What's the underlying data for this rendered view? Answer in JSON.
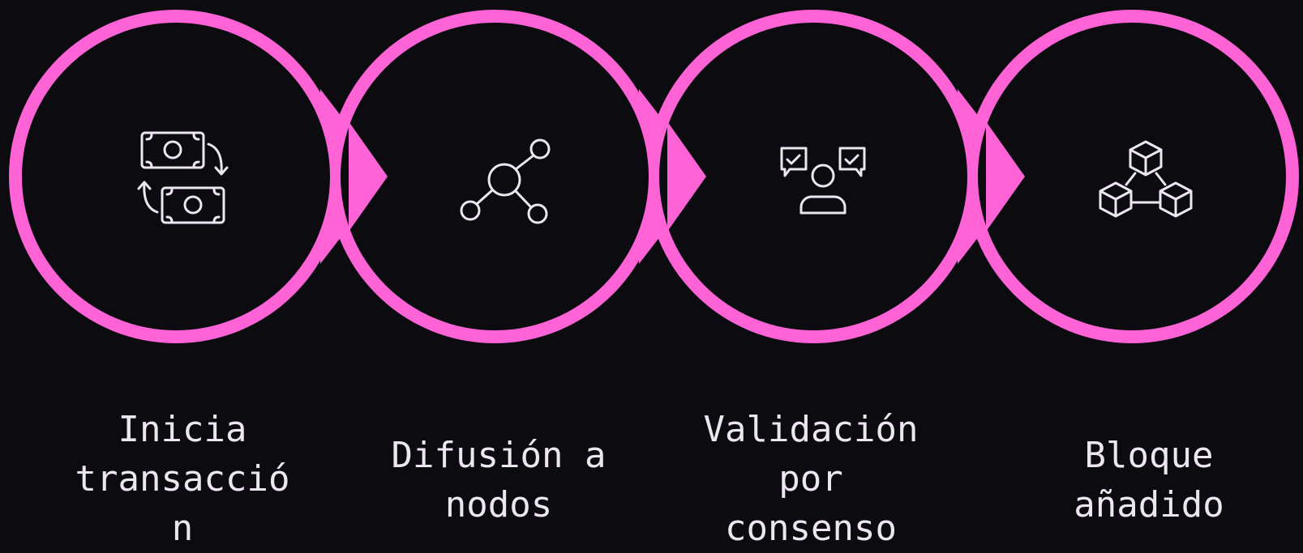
{
  "theme": {
    "background": "#0c0b10",
    "ring": "#ff63d6",
    "disc": "#0c0b10",
    "icon": "#ece6ee",
    "text": "#ece6ee"
  },
  "steps": [
    {
      "icon": "money-exchange-icon",
      "label_lines": [
        "Inicia",
        "transacció",
        "n"
      ]
    },
    {
      "icon": "network-nodes-icon",
      "label_lines": [
        "Difusión a",
        "nodos"
      ]
    },
    {
      "icon": "consensus-validation-icon",
      "label_lines": [
        "Validación",
        "por",
        "consenso"
      ]
    },
    {
      "icon": "blocks-chain-icon",
      "label_lines": [
        "Bloque",
        "añadido"
      ]
    }
  ]
}
